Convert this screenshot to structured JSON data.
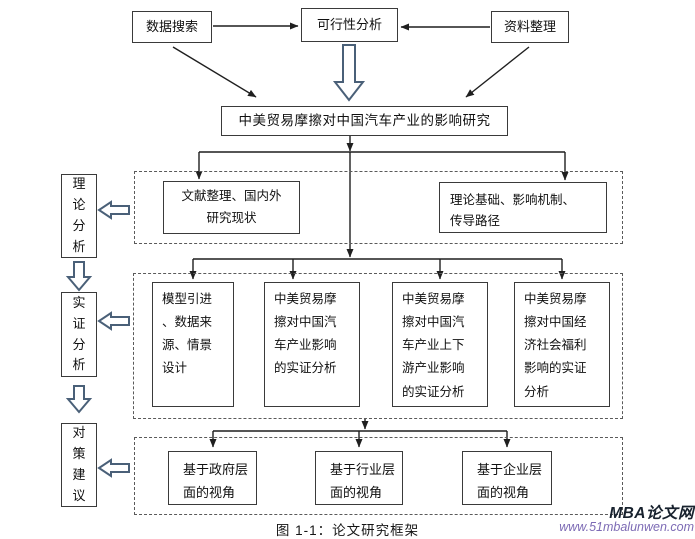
{
  "top_row": {
    "data_search": "数据搜索",
    "feasibility": "可行性分析",
    "material_sort": "资料整理"
  },
  "main_title": "中美贸易摩擦对中国汽车产业的影响研究",
  "stage_labels": {
    "theory": "理论分析",
    "empirical": "实证分析",
    "policy": "对策建议"
  },
  "theory_row": {
    "literature": "文献整理、国内外\n研究现状",
    "theory_basis": "理论基础、影响机制、\n传导路径"
  },
  "empirical_row": {
    "model": "模型引进\n、数据来\n源、情景\n设计",
    "auto_industry": "中美贸易摩\n擦对中国汽\n车产业影响\n的实证分析",
    "updownstream": "中美贸易摩\n擦对中国汽\n车产业上下\n游产业影响\n的实证分析",
    "welfare": "中美贸易摩\n擦对中国经\n济社会福利\n影响的实证\n分析"
  },
  "policy_row": {
    "government": "基于政府层\n面的视角",
    "industry": "基于行业层\n面的视角",
    "enterprise": "基于企业层\n面的视角"
  },
  "caption": "图 1-1：论文研究框架",
  "watermark": {
    "brand": "MBA论文网",
    "url": "www.51mbalunwen.com"
  },
  "colors": {
    "block_arrow_outline": "#4a6078",
    "connector_line": "#1f1f1f",
    "watermark_brand": "#18222e",
    "watermark_url": "#7d6bb5"
  }
}
